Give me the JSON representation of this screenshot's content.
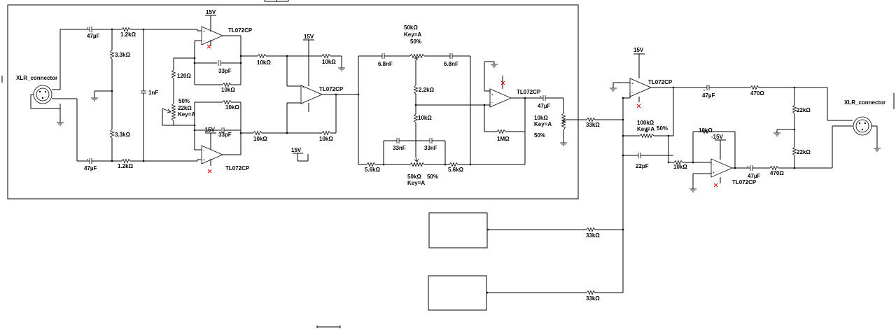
{
  "connectors": {
    "input": "XLR_connector",
    "output": "XLR_connector"
  },
  "supply": {
    "pos": "15V",
    "neg": "-15V",
    "neg_alt": "15V"
  },
  "opamp": "TL072CP",
  "input_stage": {
    "c_in": "47µF",
    "r_series": "1.2kΩ",
    "r_bias": "3.3kΩ",
    "c_bridge": "1nF",
    "r_gain": "120Ω",
    "pot_value": "22kΩ",
    "pot_key": "Key=A",
    "pot_pos": "50%",
    "c_fb": "33pF",
    "r_fb": "10kΩ"
  },
  "diff_stage": {
    "r": "10kΩ"
  },
  "eq_stage": {
    "pot_top_value": "50kΩ",
    "pot_top_key": "Key=A",
    "pot_top_pos": "50%",
    "c_top": "6.8nF",
    "r_mid1": "2.2kΩ",
    "r_mid2": "10kΩ",
    "c_low": "33nF",
    "r_low": "5.6kΩ",
    "pot_bot_value": "50kΩ",
    "pot_bot_key": "Key=A",
    "pot_bot_pos": "50%",
    "r_fb": "1MΩ"
  },
  "volume": {
    "value": "10kΩ",
    "key": "Key=A",
    "pos": "50%",
    "c_out": "47µF"
  },
  "summing": {
    "r_in": "33kΩ",
    "pot_value": "100kΩ",
    "pot_key": "Key=A",
    "pot_pos": "50%",
    "c_fb": "22pF",
    "r_fb": "10kΩ"
  },
  "output_stage": {
    "c_out": "47µF",
    "r_out": "470Ω",
    "r_div": "22kΩ",
    "r_fb": "10kΩ"
  }
}
